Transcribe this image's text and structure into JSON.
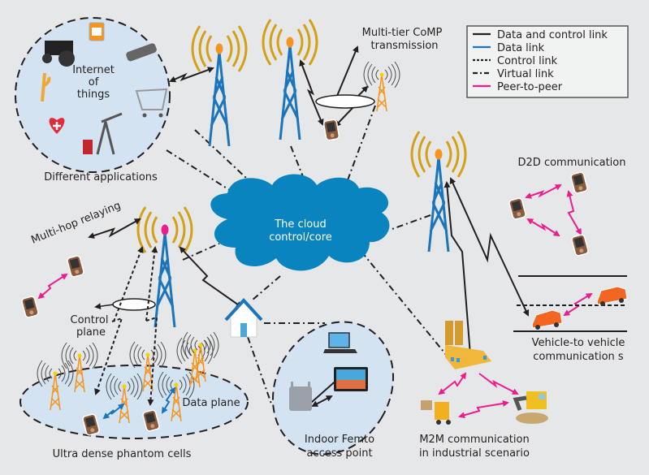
{
  "title": "5G heterogeneous network architecture",
  "colors": {
    "background": "#e6e7e8",
    "cloud": "#0a84bf",
    "tower_blue": "#1b75bc",
    "tower_orange": "#f7941d",
    "waves_gold": "#d4a017",
    "waves_gray": "#4d4d4d",
    "peer": "#ec1c8c",
    "data_link": "#1b75bc",
    "line": "#231f20",
    "zone_fill": "#d3e3f1",
    "legend_bg": "#f1f2f2"
  },
  "legend": {
    "items": [
      {
        "label": "Data and control link",
        "style": "solid",
        "color": "#231f20"
      },
      {
        "label": "Data link",
        "style": "solid",
        "color": "#1b75bc"
      },
      {
        "label": "Control link",
        "style": "dashed",
        "color": "#231f20"
      },
      {
        "label": "Virtual link",
        "style": "dashdot",
        "color": "#231f20"
      },
      {
        "label": "Peer-to-peer",
        "style": "solid",
        "color": "#ec1c8c"
      }
    ]
  },
  "cloud": {
    "line1": "The cloud",
    "line2": "control/core"
  },
  "labels": {
    "iot_line1": "Internet",
    "iot_line2": "of",
    "iot_line3": "things",
    "different_applications": "Different applications",
    "comp_line1": "Multi-tier CoMP",
    "comp_line2": "transmission",
    "d2d": "D2D communication",
    "multihop": "Multi-hop relaying",
    "control_plane_line1": "Control",
    "control_plane_line2": "plane",
    "data_plane": "Data plane",
    "ultra_dense": "Ultra dense phantom cells",
    "femto_line1": "Indoor Femto",
    "femto_line2": "access point",
    "m2m_line1": "M2M communication",
    "m2m_line2": "in industrial scenario",
    "v2v_line1": "Vehicle-to vehicle",
    "v2v_line2": "communication s"
  },
  "iot_icons": [
    "tractor-icon",
    "medicine-bottle-icon",
    "cctv-camera-icon",
    "wheat-icon",
    "shopping-cart-icon",
    "health-heart-icon",
    "oil-pump-icon"
  ],
  "nodes": {
    "macro_towers": [
      "tower-iot",
      "tower-center",
      "tower-right",
      "tower-relay"
    ],
    "small_cells": 7,
    "phones": [
      "phone-comp",
      "phone-d2d-1",
      "phone-d2d-2",
      "phone-d2d-3",
      "phone-relay-1",
      "phone-relay-2",
      "phone-dense-1",
      "phone-dense-2"
    ]
  }
}
